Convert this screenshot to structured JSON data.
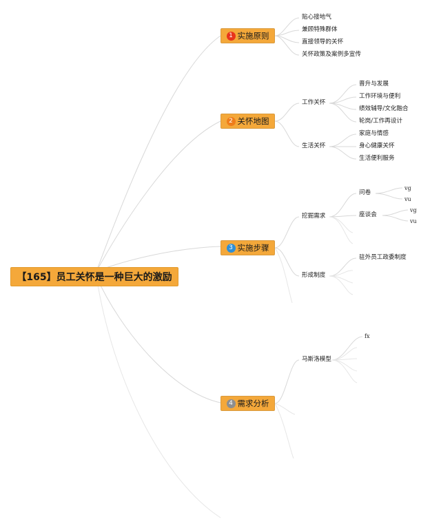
{
  "root": {
    "title": "【165】员工关怀是一种巨大的激励"
  },
  "branches": [
    {
      "label": "实施原则",
      "badge": "1",
      "badge_color": "#e8341c",
      "children": [
        "贴心接地气",
        "兼顾特殊群体",
        "直接领导的关怀",
        "关怀政策及案例多宣传"
      ]
    },
    {
      "label": "关怀地图",
      "badge": "2",
      "badge_color": "#ef7d1a",
      "groups": [
        {
          "label": "工作关怀",
          "children": [
            "晋升与发展",
            "工作环境与便利",
            "绩效辅导/文化融合",
            "轮岗/工作再设计"
          ]
        },
        {
          "label": "生活关怀",
          "children": [
            "家庭与情感",
            "身心健康关怀",
            "生活便利服务"
          ]
        }
      ]
    },
    {
      "label": "实施步骤",
      "badge": "3",
      "badge_color": "#2f8fd6",
      "groups": [
        {
          "label": "挖掘需求",
          "children": [
            {
              "label": "问卷",
              "children": [
                "vg",
                "vu"
              ]
            },
            {
              "label": "座谈会",
              "children": [
                "vg",
                "vu"
              ]
            }
          ]
        },
        {
          "label": "形成制度",
          "children": [
            "驻外员工政委制度"
          ]
        }
      ]
    },
    {
      "label": "需求分析",
      "badge": "4",
      "badge_color": "#8e8e8e",
      "groups": [
        {
          "label": "马斯洛模型",
          "children": [
            "fx"
          ]
        }
      ]
    }
  ]
}
